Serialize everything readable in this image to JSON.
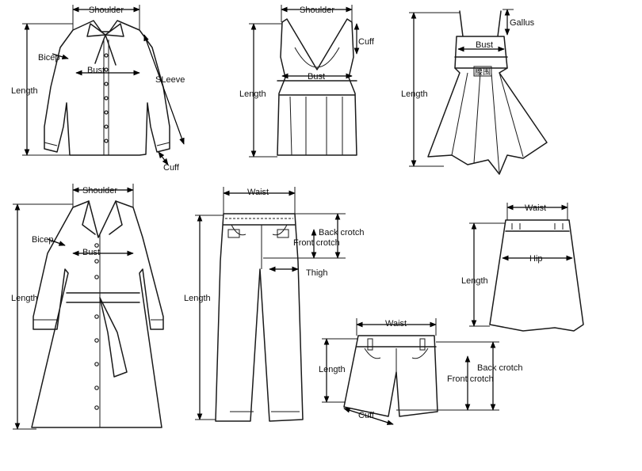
{
  "labels": {
    "shirt": {
      "shoulder": "Shoulder",
      "bicep": "Bicep",
      "length": "Length",
      "bust": "Bust",
      "sleeve": "SLeeve",
      "cuff": "Cuff"
    },
    "vest": {
      "shoulder": "Shoulder",
      "cuff": "Cuff",
      "length": "Length",
      "bust": "Bust"
    },
    "dress": {
      "gallus": "Gallus",
      "bust": "Bust",
      "waist_cn": "腰围",
      "length": "Length"
    },
    "coat": {
      "shoulder": "Shoulder",
      "bicep": "Bicep",
      "bust": "Bust",
      "length": "Length"
    },
    "pants": {
      "waist": "Waist",
      "back_crotch": "Back crotch",
      "front_crotch": "Front crotch",
      "thigh": "Thigh",
      "length": "Length"
    },
    "skirt": {
      "waist": "Waist",
      "hip": "Hip",
      "length": "Length"
    },
    "shorts": {
      "waist": "Waist",
      "length": "Length",
      "back_crotch": "Back crotch",
      "front_crotch": "Front crotch",
      "cuff": "Cuff"
    }
  }
}
